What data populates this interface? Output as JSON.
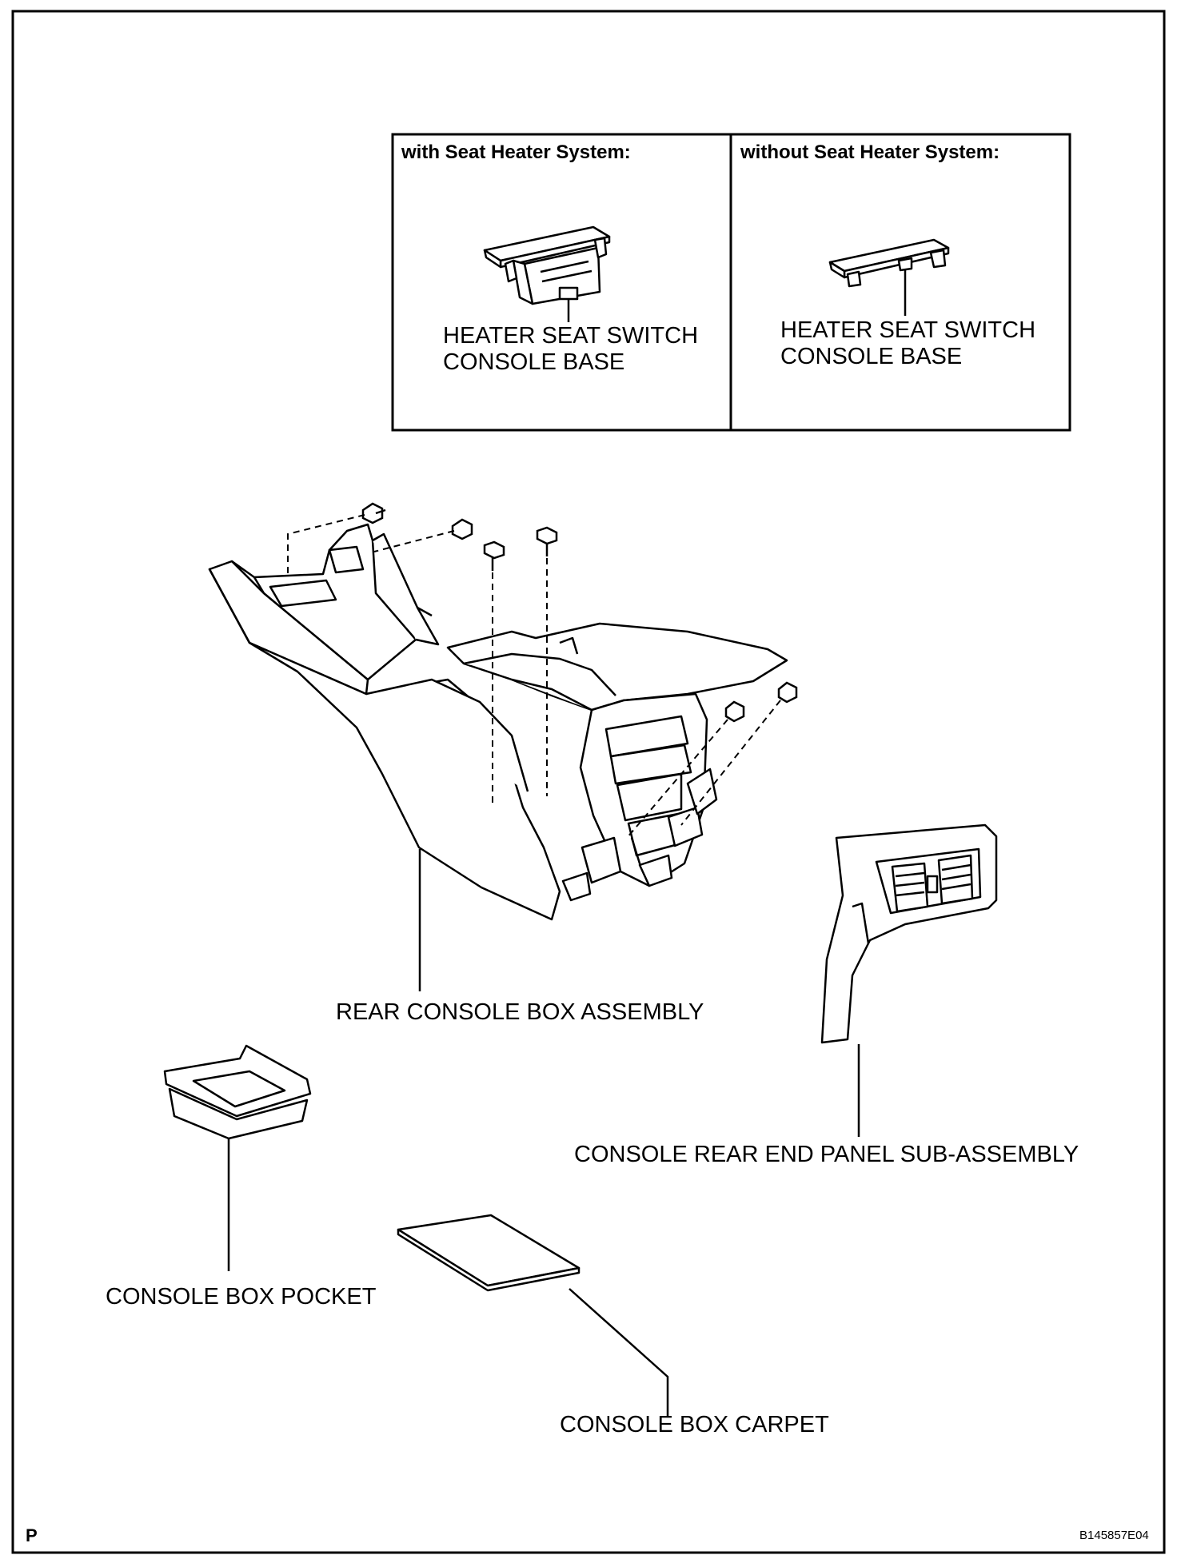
{
  "inset": {
    "left_heading": "with Seat Heater System:",
    "right_heading": "without Seat Heater System:",
    "left_label": [
      "HEATER SEAT SWITCH",
      "CONSOLE BASE"
    ],
    "right_label": [
      "HEATER SEAT SWITCH",
      "CONSOLE BASE"
    ]
  },
  "labels": {
    "rear_console_box": "REAR CONSOLE BOX ASSEMBLY",
    "rear_end_panel": "CONSOLE REAR END PANEL SUB-ASSEMBLY",
    "box_pocket": "CONSOLE BOX POCKET",
    "box_carpet": "CONSOLE BOX CARPET"
  },
  "footer": {
    "corner_letter": "P",
    "figure_code": "B145857E04"
  }
}
